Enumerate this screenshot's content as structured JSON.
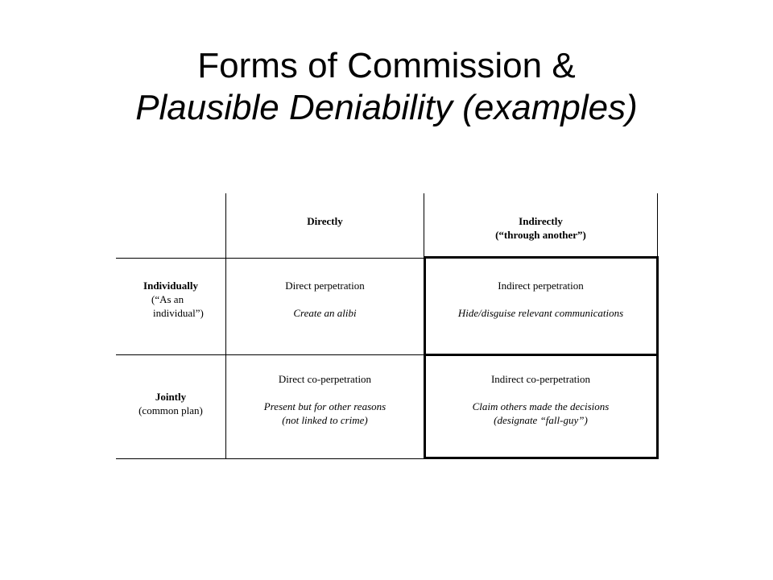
{
  "slide": {
    "title_line1": "Forms of Commission &",
    "title_line2": "Plausible Deniability (examples)"
  },
  "table": {
    "header": {
      "col1": "Directly",
      "col2_line1": "Indirectly",
      "col2_line2": "(“through another”)"
    },
    "rows": [
      {
        "label": "Individually",
        "sub_line1": "(“As an",
        "sub_line2": "individual”)",
        "direct_title": "Direct perpetration",
        "direct_example": "Create an alibi",
        "indirect_title": "Indirect perpetration",
        "indirect_example": "Hide/disguise relevant communications"
      },
      {
        "label": "Jointly",
        "sub": "(common plan)",
        "direct_title": "Direct co-perpetration",
        "direct_example_line1": "Present but for other reasons",
        "direct_example_line2": "(not linked to crime)",
        "indirect_title": "Indirect co-perpetration",
        "indirect_example_line1": "Claim others made the decisions",
        "indirect_example_line2": "(designate “fall-guy”)"
      }
    ]
  }
}
